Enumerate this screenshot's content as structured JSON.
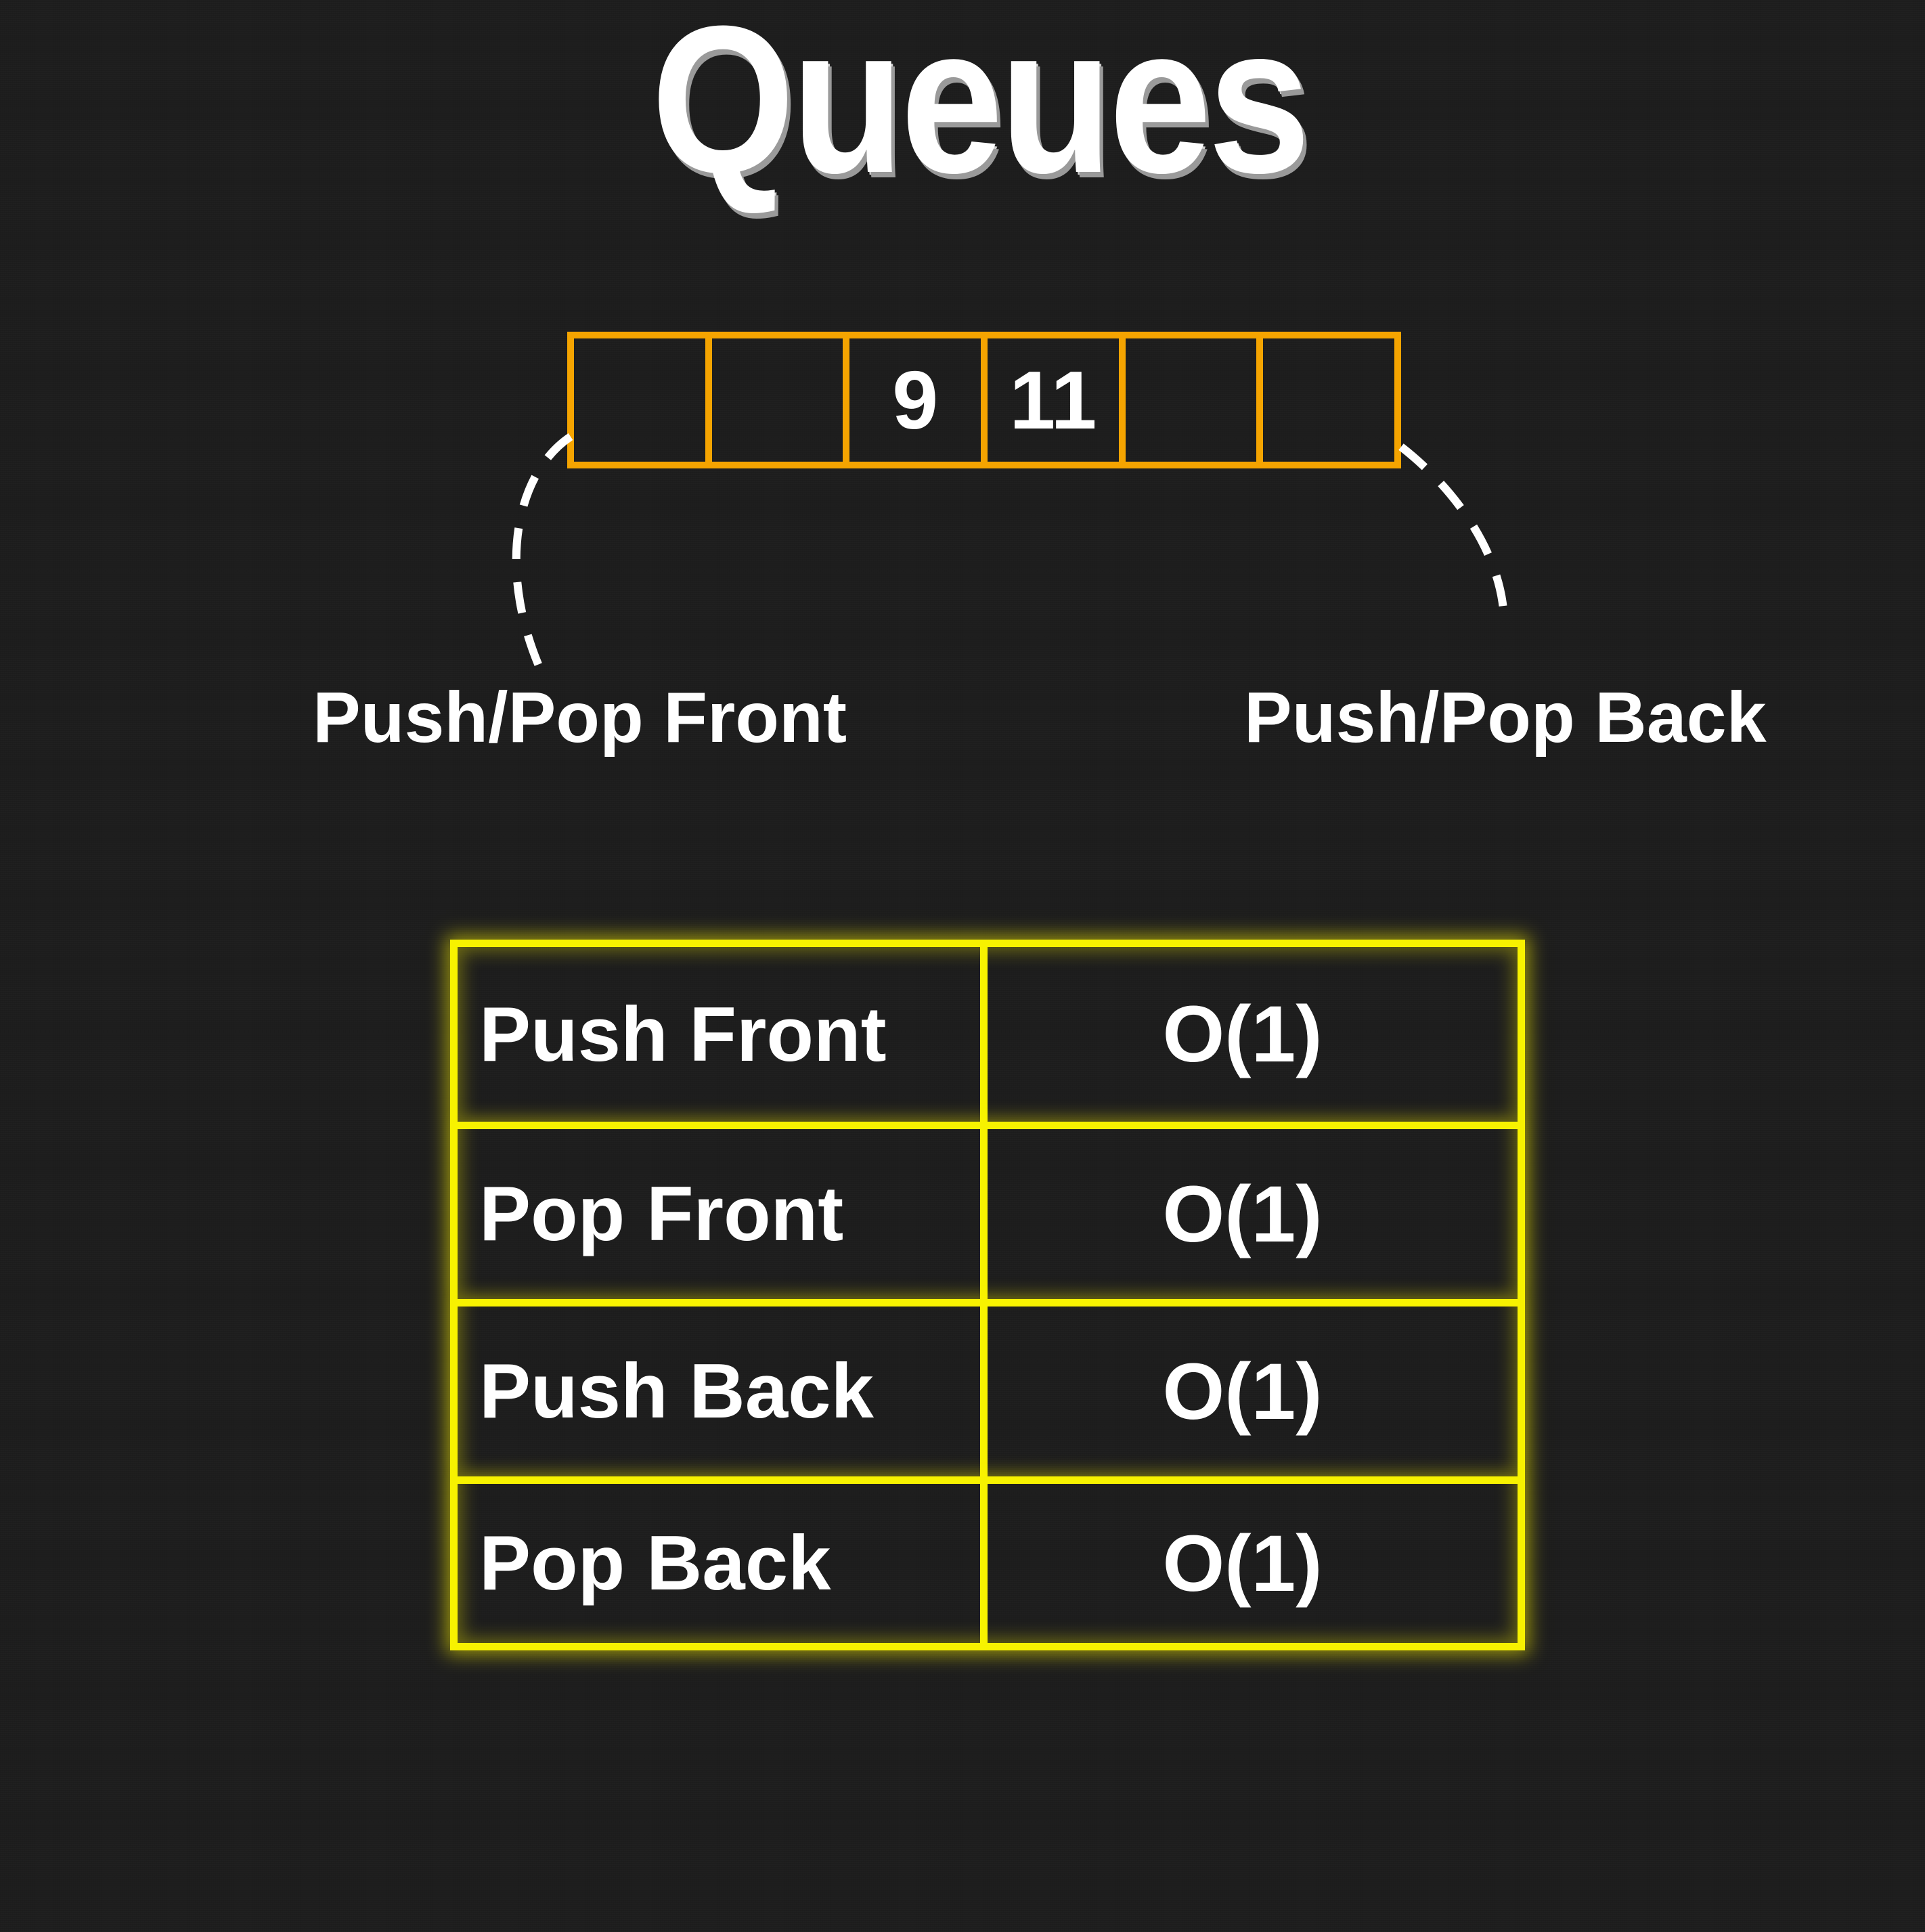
{
  "title": "Queues",
  "queue": {
    "cells": [
      "",
      "",
      "9",
      "11",
      "",
      ""
    ]
  },
  "labels": {
    "front": "Push/Pop Front",
    "back": "Push/Pop Back"
  },
  "complexity_table": {
    "rows": [
      {
        "operation": "Push Front",
        "complexity": "O(1)"
      },
      {
        "operation": "Pop Front",
        "complexity": "O(1)"
      },
      {
        "operation": "Push Back",
        "complexity": "O(1)"
      },
      {
        "operation": "Pop Back",
        "complexity": "O(1)"
      }
    ]
  },
  "colors": {
    "background": "#1d1d1d",
    "queue_border": "#f5a400",
    "table_border": "#f7f200",
    "text": "#ffffff"
  }
}
